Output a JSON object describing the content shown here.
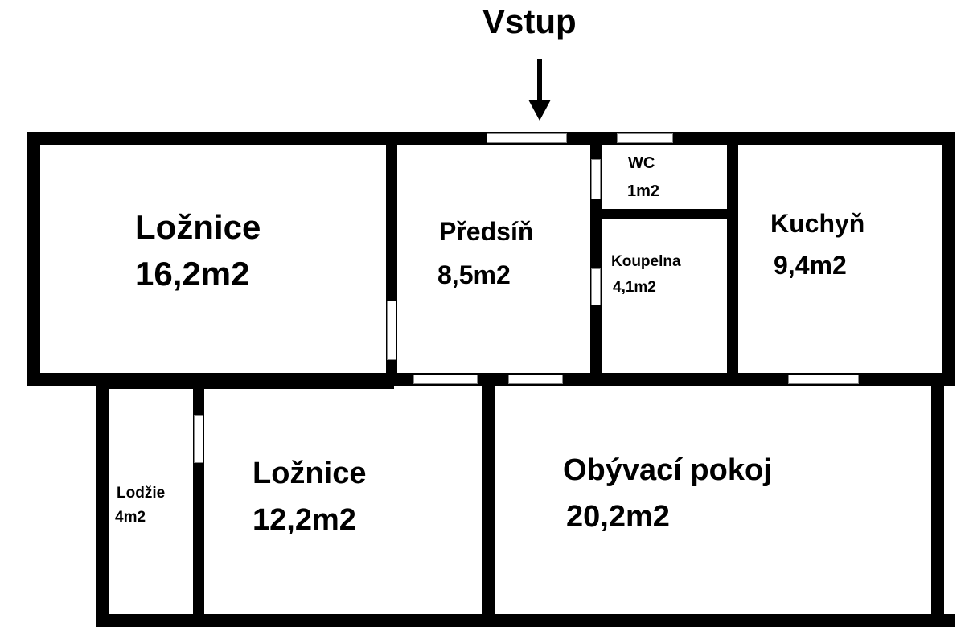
{
  "entrance": {
    "label": "Vstup"
  },
  "rooms": {
    "loznice_1": {
      "name": "Ložnice",
      "area": "16,2m2"
    },
    "predsin": {
      "name": "Předsíň",
      "area": "8,5m2"
    },
    "wc": {
      "name": "WC",
      "area": "1m2"
    },
    "koupelna": {
      "name": "Koupelna",
      "area": "4,1m2"
    },
    "kuchyn": {
      "name": "Kuchyň",
      "area": "9,4m2"
    },
    "lodzie": {
      "name": "Lodžie",
      "area": "4m2"
    },
    "loznice_2": {
      "name": "Ložnice",
      "area": "12,2m2"
    },
    "obyvaci_pokoj": {
      "name": "Obývací pokoj",
      "area": "20,2m2"
    }
  }
}
